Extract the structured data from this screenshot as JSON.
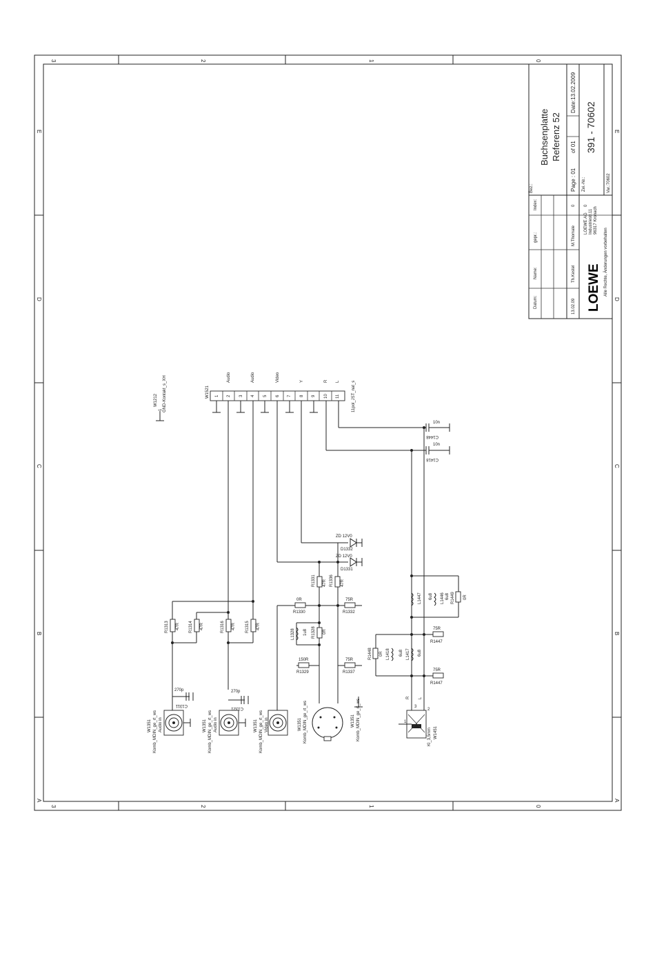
{
  "frame": {
    "col_labels": [
      "3",
      "2",
      "1",
      "0"
    ],
    "row_labels": [
      "E",
      "D",
      "C",
      "B",
      "A"
    ]
  },
  "title_block": {
    "bez_label": "Bez.:",
    "title_line1": "Buchsenplatte",
    "title_line2": "Referenz 52",
    "page": "Page : 01",
    "of": "of 01",
    "date": "Date:13.02.2009",
    "zeich_label": "Zei.-Nr.:",
    "drawing_number": "391 - 70602",
    "index_label": "Index:",
    "gepr_label": "gepr.:",
    "name_label": "Name:",
    "datum_label": "Datum:",
    "index_value": "0",
    "gepr_value": "M.Thomale",
    "name_value": "Th.Kestel",
    "datum_value": "13.02.09",
    "logo": "LOEWE",
    "company": "LOEWE AG",
    "street": "Industriestr.11",
    "city": "96317 Kronach",
    "index_col": "0",
    "var": "Var.:70602",
    "rights": "Alle Rechte, Änderungen vorbehalten"
  },
  "connector": {
    "ref": "W1521",
    "name": "11pol_JST_nat_s",
    "pins": [
      "1",
      "2",
      "3",
      "4",
      "5",
      "6",
      "7",
      "8",
      "9",
      "10",
      "11"
    ],
    "signals": [
      "Audio",
      "Audio",
      "Video",
      "Y",
      "R",
      "L"
    ]
  },
  "gnd_contact": {
    "ref": "W1212",
    "name": "GND-Kontakt_s_XH",
    "pin": "1"
  },
  "components": {
    "c1448": {
      "ref": "C1448",
      "value": "10n"
    },
    "c1418": {
      "ref": "C1418",
      "value": "10n"
    },
    "d1332": {
      "ref": "D1332",
      "value": "ZD 12V0"
    },
    "d1331": {
      "ref": "D1331",
      "value": "ZD 12V0"
    },
    "r1331": {
      "ref": "R1331",
      "value": "47R"
    },
    "r1336": {
      "ref": "R1336",
      "value": "47R"
    },
    "r1330": {
      "ref": "R1330",
      "value": "0R"
    },
    "r1332": {
      "ref": "R1332",
      "value": "75R"
    },
    "l1328": {
      "ref": "L1328",
      "value": "1u8"
    },
    "r1328": {
      "ref": "R1328",
      "value": "0R"
    },
    "r1329": {
      "ref": "R1329",
      "value": "150R"
    },
    "r1337": {
      "ref": "R1337",
      "value": "75R"
    },
    "r1313": {
      "ref": "R1313",
      "value": "47R"
    },
    "r1314": {
      "ref": "R1314",
      "value": "47R"
    },
    "r1316": {
      "ref": "R1316",
      "value": "47R"
    },
    "r1315": {
      "ref": "R1315",
      "value": "47R"
    },
    "c1311": {
      "ref": "C1311",
      "value": "270p"
    },
    "c1321": {
      "ref": "C1321",
      "value": "270p"
    },
    "l1447": {
      "ref": "L1447",
      "value": "6u8"
    },
    "l1446": {
      "ref": "L1446",
      "value": "6u8"
    },
    "r1449": {
      "ref": "R1449",
      "value": "0R"
    },
    "r1447a": {
      "ref": "R1447",
      "value": "75R"
    },
    "r1448": {
      "ref": "R1448",
      "value": "0R"
    },
    "l1418": {
      "ref": "L1418",
      "value": "6u8"
    },
    "l1417": {
      "ref": "L1417",
      "value": "6u8"
    },
    "r1447b": {
      "ref": "R1447",
      "value": "75R"
    }
  },
  "jacks": {
    "audio_in_1": {
      "ref": "W1351",
      "name": "Komb_MDIN_ge_rt_ws",
      "label": "Audio in"
    },
    "audio_in_2": {
      "ref": "W1351",
      "name": "Komb_MDIN_ge_rt_ws",
      "label": "Audio in"
    },
    "video_in": {
      "ref": "W1351",
      "name": "Komb_MDIN_ge_rt_ws",
      "label": "Video in"
    },
    "mdin": {
      "ref": "W1351",
      "name": "Komb_MDIN_ge_rt_ws"
    },
    "mdin2": {
      "ref": "W1351",
      "name": "Komb_MDIN_ge_rt_ws"
    },
    "klinke": {
      "ref": "W1451",
      "name": "Kl_3,5mm",
      "pins": [
        "1",
        "2",
        "3"
      ],
      "r": "R",
      "l": "L"
    }
  }
}
